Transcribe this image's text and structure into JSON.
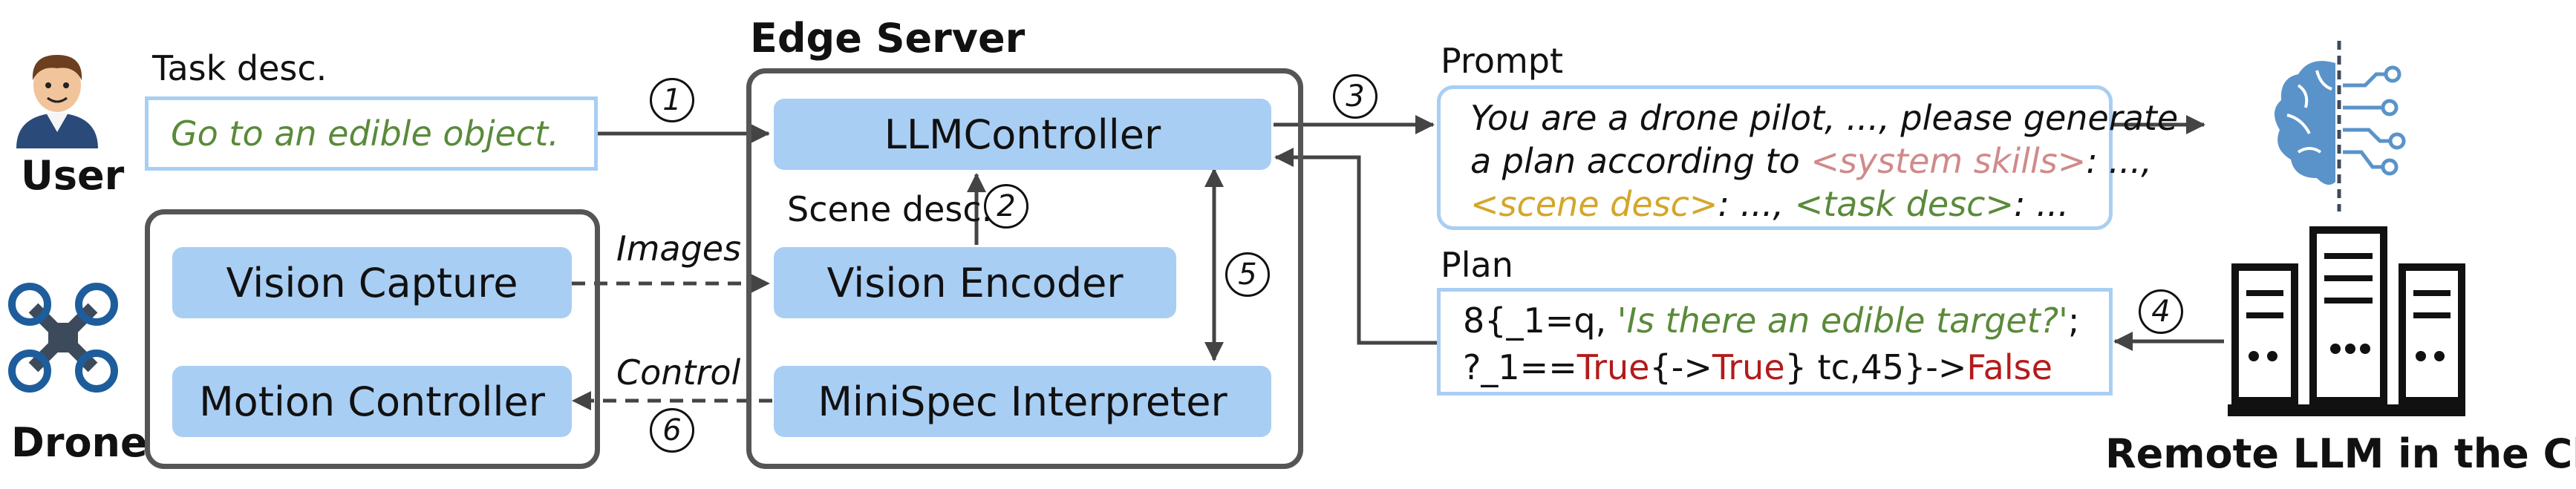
{
  "user": {
    "label": "User"
  },
  "drone": {
    "label": "Drone"
  },
  "task": {
    "title": "Task desc.",
    "text": "Go to an edible object."
  },
  "edge_server": {
    "title": "Edge Server"
  },
  "blocks": {
    "llm_controller": "LLMController",
    "vision_encoder": "Vision Encoder",
    "minispec_interpreter": "MiniSpec Interpreter",
    "vision_capture": "Vision Capture",
    "motion_controller": "Motion Controller"
  },
  "labels": {
    "scene_desc": "Scene desc.",
    "images": "Images",
    "control": "Control",
    "prompt": "Prompt",
    "plan": "Plan",
    "remote_llm": "Remote LLM in the Cloud"
  },
  "steps": [
    "1",
    "2",
    "3",
    "4",
    "5",
    "6"
  ],
  "prompt_text": {
    "line1": "You are a drone pilot, ..., please generate",
    "line2_a": "a plan according to ",
    "line2_b": "<system skills>",
    "line2_c": ": ...,",
    "line3_a": "<scene desc>",
    "line3_b": ": ..., ",
    "line3_c": "<task desc>",
    "line3_d": ": ..."
  },
  "plan_text": {
    "l1_a": "8{_1=q, ",
    "l1_b": "'Is there an edible target?'",
    "l1_c": ";",
    "l2_a": "?_1==",
    "l2_b": "True",
    "l2_c": "{->",
    "l2_d": "True",
    "l2_e": "} tc,45}->",
    "l2_f": "False"
  },
  "colors": {
    "block_fill": "#a9cef4",
    "frame": "#555555",
    "icon_dark": "#3d4a5c",
    "drone_blue": "#1e5d9c",
    "accent_green": "#5a8a3a",
    "accent_red": "#b31b1b"
  }
}
